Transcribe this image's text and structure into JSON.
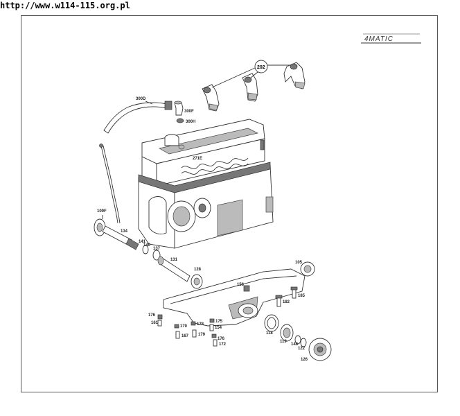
{
  "header": {
    "url": "http://www.w114-115.org.pl"
  },
  "logo": {
    "text": "4MATIC"
  },
  "callouts": {
    "c202": "202",
    "c300D": "300D",
    "c300F": "300F",
    "c300H": "300H",
    "c271E": "271E",
    "c109F": "109F",
    "c134": "134",
    "c141": "141",
    "c140": "140",
    "c137": "137",
    "c131": "131",
    "c128": "128",
    "c105": "105",
    "c156": "156",
    "c185": "185",
    "c182": "182",
    "c176a": "176",
    "c161": "161",
    "c170": "170",
    "c178": "178",
    "c175": "175",
    "c154": "154",
    "c167": "167",
    "c179": "179",
    "c176b": "176",
    "c172": "172",
    "c118": "118",
    "c119": "119",
    "c148": "148",
    "c122": "122",
    "c126": "126"
  }
}
